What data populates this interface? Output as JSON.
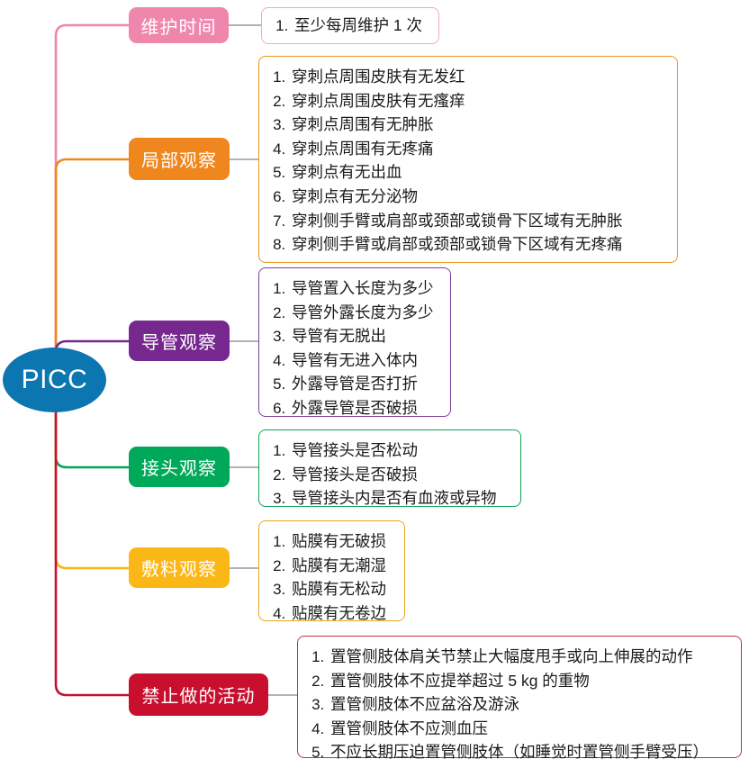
{
  "root": {
    "label": "PICC",
    "color": "#0b76b0"
  },
  "branches": [
    {
      "id": "maintenance-time",
      "label": "维护时间",
      "color": "#ef86ac",
      "box_border": "#f2a9c4",
      "items": [
        "至少每周维护 1 次"
      ]
    },
    {
      "id": "local-observation",
      "label": "局部观察",
      "color": "#f0871e",
      "box_border": "#e8961f",
      "items": [
        "穿刺点周围皮肤有无发红",
        "穿刺点周围皮肤有无瘙痒",
        "穿刺点周围有无肿胀",
        "穿刺点周围有无疼痛",
        "穿刺点有无出血",
        "穿刺点有无分泌物",
        "穿刺侧手臂或肩部或颈部或锁骨下区域有无肿胀",
        "穿刺侧手臂或肩部或颈部或锁骨下区域有无疼痛"
      ]
    },
    {
      "id": "catheter-observation",
      "label": "导管观察",
      "color": "#76288f",
      "box_border": "#7b3f9d",
      "items": [
        "导管置入长度为多少",
        "导管外露长度为多少",
        "导管有无脱出",
        "导管有无进入体内",
        "外露导管是否打折",
        "外露导管是否破损"
      ]
    },
    {
      "id": "connector-observation",
      "label": "接头观察",
      "color": "#00a859",
      "box_border": "#11a05b",
      "items": [
        "导管接头是否松动",
        "导管接头是否破损",
        "导管接头内是否有血液或异物"
      ]
    },
    {
      "id": "dressing-observation",
      "label": "敷料观察",
      "color": "#fbb716",
      "box_border": "#e8a91c",
      "items": [
        "贴膜有无破损",
        "贴膜有无潮湿",
        "贴膜有无松动",
        "贴膜有无卷边"
      ]
    },
    {
      "id": "prohibited-activities",
      "label": "禁止做的活动",
      "color": "#c8102e",
      "box_border": "#c0304a",
      "items": [
        "置管侧肢体肩关节禁止大幅度甩手或向上伸展的动作",
        "置管侧肢体不应提举超过 5 kg 的重物",
        "置管侧肢体不应盆浴及游泳",
        "置管侧肢体不应测血压",
        "不应长期压迫置管侧肢体（如睡觉时置管侧手臂受压）"
      ]
    }
  ],
  "connector_line_color": "#999999"
}
